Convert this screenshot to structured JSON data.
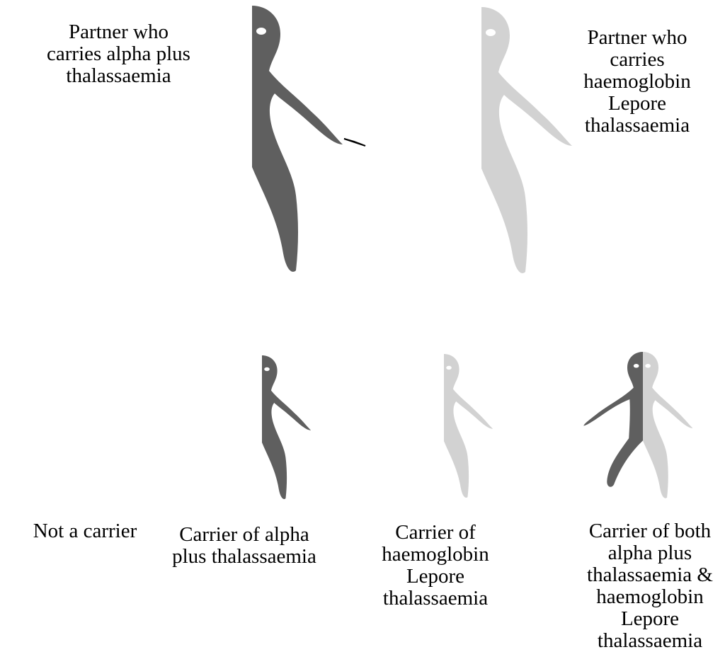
{
  "colors": {
    "alpha_plus": "#5f5f5f",
    "haemoglobin_lepore": "#d2d2d2",
    "unaffected": "#ffffff",
    "outline": "#000000"
  },
  "parents": {
    "left_label": "Partner who\ncarries alpha plus\nthalassaemia",
    "right_label": "Partner who\ncarries\nhaemoglobin\nLepore\nthalassaemia"
  },
  "children": [
    {
      "label": "Not a carrier",
      "left_half": "unaffected",
      "right_half": "unaffected"
    },
    {
      "label": "Carrier of alpha\nplus thalassaemia",
      "left_half": "unaffected",
      "right_half": "alpha_plus"
    },
    {
      "label": "Carrier of\nhaemoglobin\nLepore\nthalassaemia",
      "left_half": "unaffected",
      "right_half": "haemoglobin_lepore"
    },
    {
      "label": "Carrier of both\nalpha plus\nthalassaemia &\nhaemoglobin\nLepore\nthalassaemia",
      "left_half": "alpha_plus",
      "right_half": "haemoglobin_lepore"
    }
  ]
}
